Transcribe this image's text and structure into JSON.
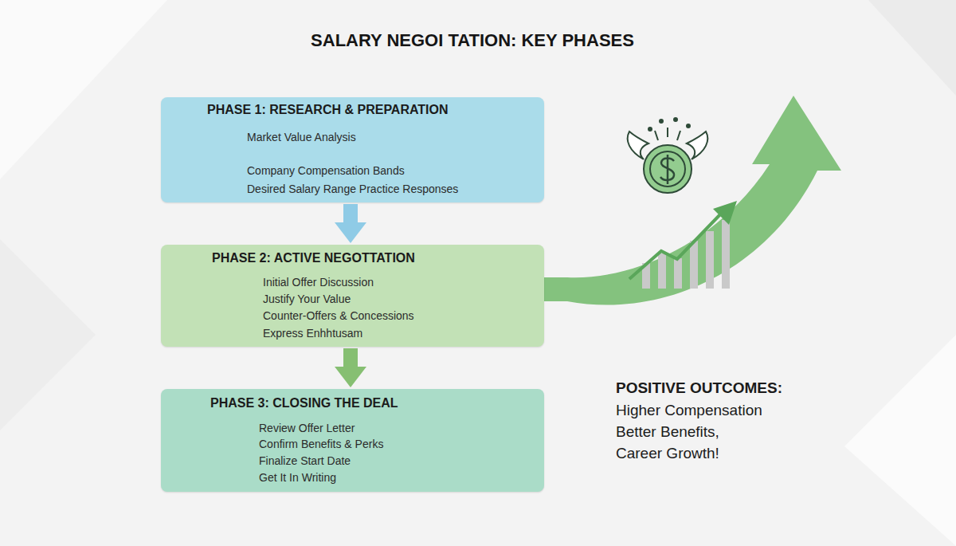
{
  "diagram": {
    "title": "SALARY NEGOI TATION: KEY PHASES",
    "nodes": [
      {
        "text": [
          "PHASE 1: RESEARCH & PREPARATION",
          "Market Value Analysis",
          "Company Compensation Bands",
          "Desired Salary Range Practice Responses"
        ]
      },
      {
        "text": [
          "PHASE 2: ACTIVE NEGOTTATION",
          "Initial Offer Discussion",
          "Justify Your Value",
          "Counter-Offers & Concessions",
          "Express Enhhtusam"
        ]
      },
      {
        "text": [
          "PHASE 3: CLOSING THE DEAL",
          "Review Offer Letter",
          "Confirm Benefits & Perks",
          "Finalize Start Date",
          "Get It In Writing"
        ]
      }
    ],
    "edges": [
      {
        "from": 0,
        "to": 1,
        "arrow": "to"
      },
      {
        "from": 1,
        "to": 2,
        "arrow": "to"
      }
    ],
    "labels": [
      "POSITIVE OUTCOMES:",
      "Higher Compensation",
      "Better Benefits,",
      "Career Growth!"
    ]
  }
}
